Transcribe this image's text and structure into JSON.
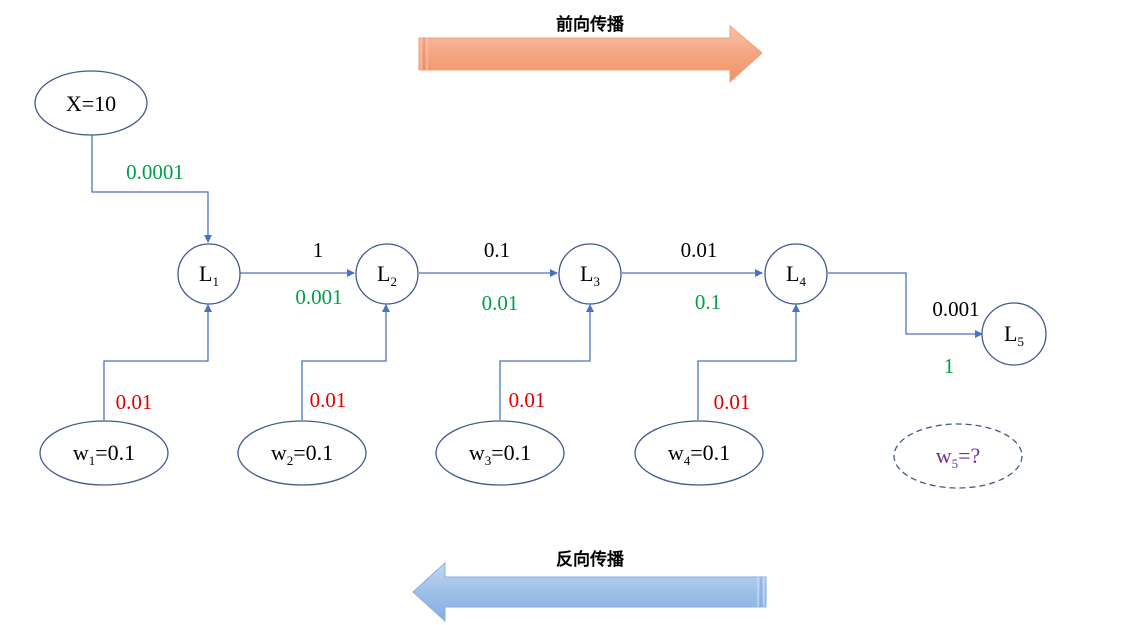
{
  "arrows": {
    "forward_label": "前向传播",
    "backward_label": "反向传播",
    "forward_color": "#f4a582",
    "backward_color": "#9dc0e8"
  },
  "nodes": {
    "x": {
      "text": "X=10"
    },
    "l1": {
      "main": "L",
      "sub": "1"
    },
    "l2": {
      "main": "L",
      "sub": "2"
    },
    "l3": {
      "main": "L",
      "sub": "3"
    },
    "l4": {
      "main": "L",
      "sub": "4"
    },
    "l5": {
      "main": "L",
      "sub": "5"
    },
    "w1": {
      "main": "w",
      "sub": "1",
      "tail": "=0.1"
    },
    "w2": {
      "main": "w",
      "sub": "2",
      "tail": "=0.1"
    },
    "w3": {
      "main": "w",
      "sub": "3",
      "tail": "=0.1"
    },
    "w4": {
      "main": "w",
      "sub": "4",
      "tail": "=0.1"
    },
    "w5": {
      "main": "w",
      "sub": "5",
      "tail": "=?"
    }
  },
  "edge_values": {
    "x_l1_green": "0.0001",
    "l1_l2_black": "1",
    "l1_l2_green": "0.001",
    "l2_l3_black": "0.1",
    "l2_l3_green": "0.01",
    "l3_l4_black": "0.01",
    "l3_l4_green": "0.1",
    "l4_l5_black": "0.001",
    "l4_l5_green": "1",
    "w1_red": "0.01",
    "w2_red": "0.01",
    "w3_red": "0.01",
    "w4_red": "0.01"
  },
  "colors": {
    "edge": "#4a72c4",
    "green_values": "#00a04a",
    "red_values": "#e00000",
    "w5_text": "#7030a0",
    "node_border": "#41598b"
  }
}
